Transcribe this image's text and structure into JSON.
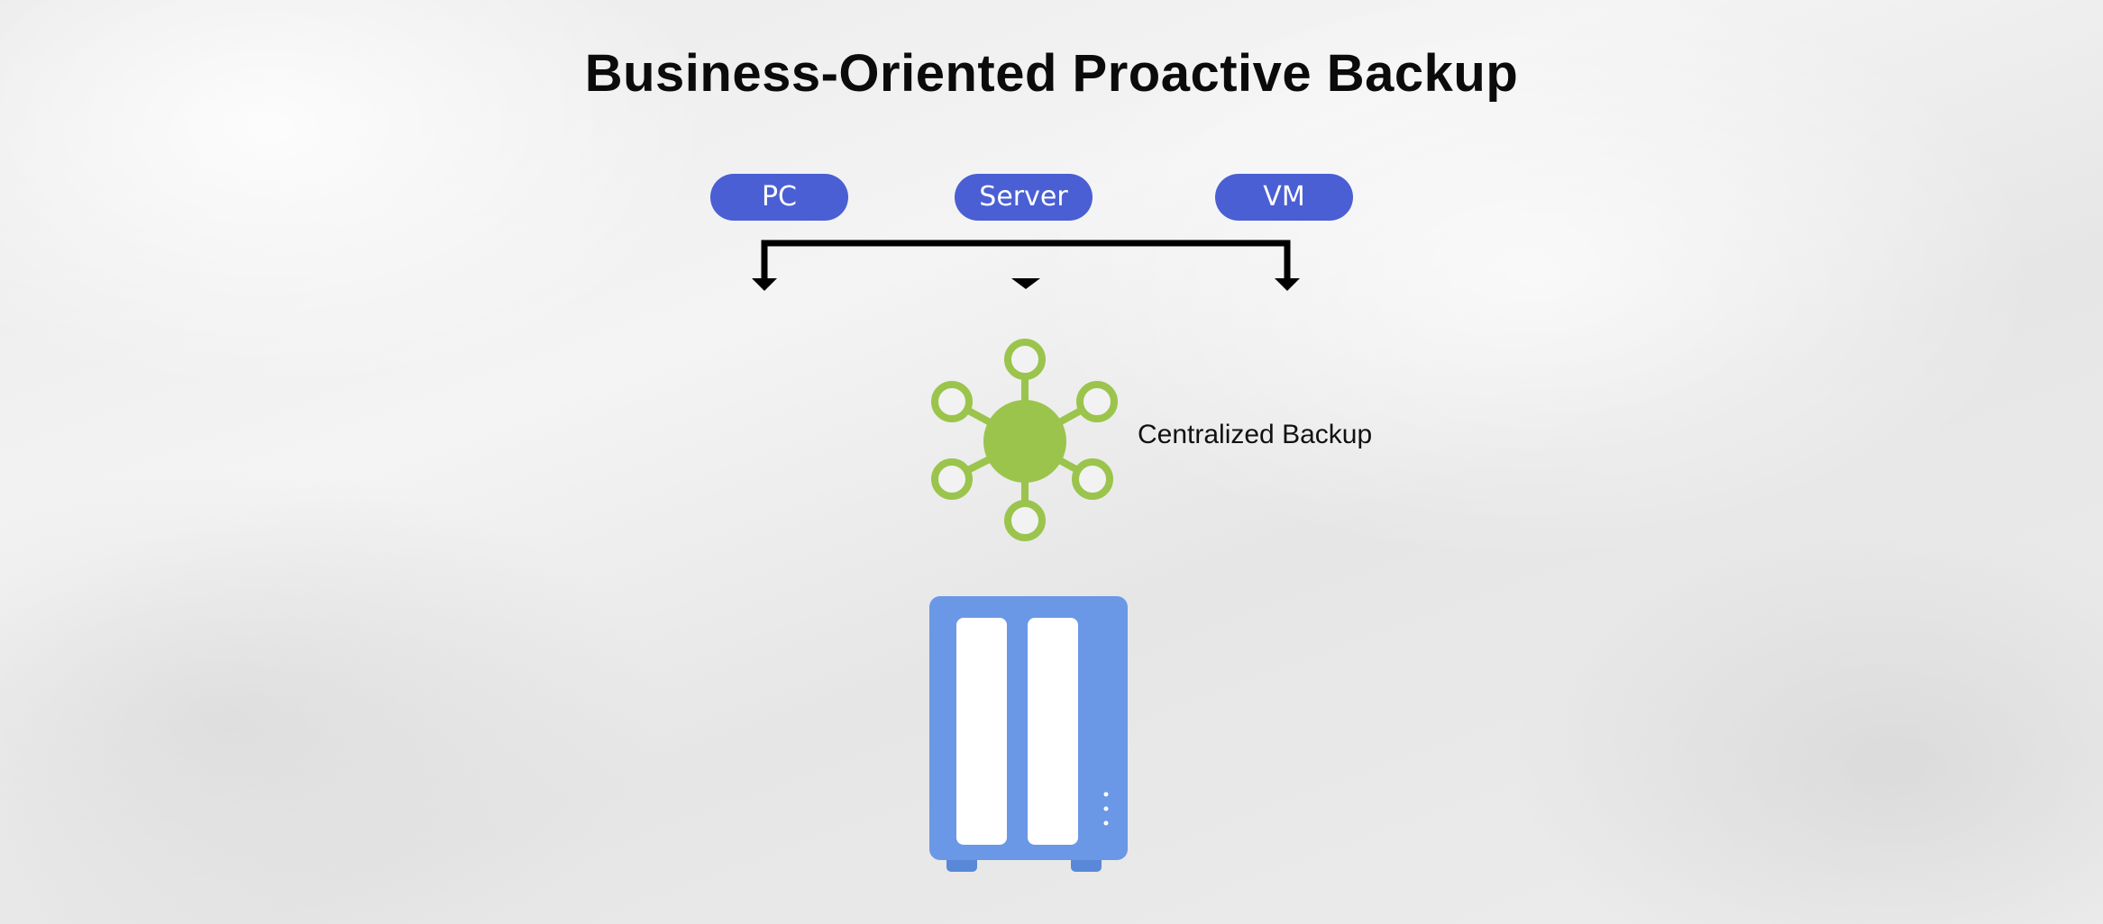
{
  "title": "Business-Oriented Proactive Backup",
  "sources": [
    {
      "label": "PC"
    },
    {
      "label": "Server"
    },
    {
      "label": "VM"
    }
  ],
  "hub": {
    "label": "Centralized Backup",
    "icon": "network-hub-icon"
  },
  "storage": {
    "icon": "nas-device-icon"
  },
  "colors": {
    "pill": "#4a5fd3",
    "hub": "#9bc44c",
    "nas": "#6a98e6",
    "arrow": "#000000"
  }
}
